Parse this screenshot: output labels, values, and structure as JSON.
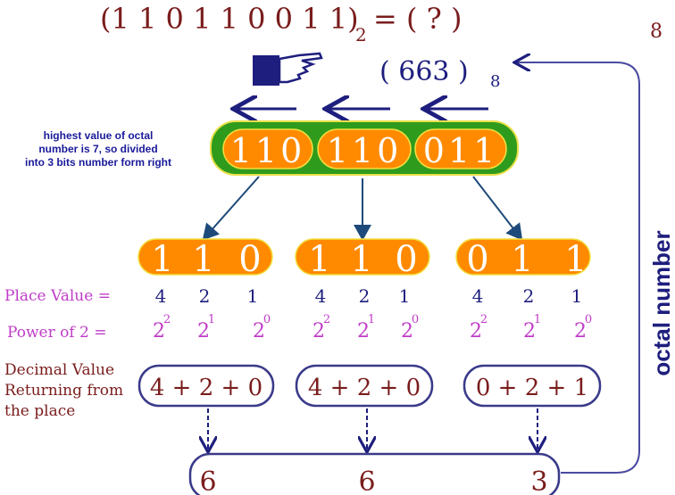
{
  "title": {
    "binary": "(1 1 0 1 1 0 0 1 1)",
    "base_from": "2",
    "equals": "= ( ? )",
    "base_to": "8"
  },
  "answer": {
    "value": "( 663 )",
    "base": "8",
    "icon": "pointing-hand-icon"
  },
  "note": [
    "highest value of octal",
    "number is 7, so divided",
    "into 3 bits number form right"
  ],
  "groups": [
    {
      "bits": [
        "1",
        "1",
        "0"
      ],
      "joined": "110",
      "sum": "4 + 2 + 0",
      "digit": "6"
    },
    {
      "bits": [
        "1",
        "1",
        "0"
      ],
      "joined": "110",
      "sum": "4 + 2 + 0",
      "digit": "6"
    },
    {
      "bits": [
        "0",
        "1",
        "1"
      ],
      "joined": "011",
      "sum": "0 + 2 + 1",
      "digit": "3"
    }
  ],
  "place_value": {
    "label": "Place Value =",
    "values": [
      "4",
      "2",
      "1"
    ]
  },
  "power": {
    "label": "Power of 2 =",
    "base": "2",
    "exponents": [
      "2",
      "1",
      "0"
    ]
  },
  "decimal_label": [
    "Decimal Value",
    "Returning from",
    "the place"
  ],
  "side_label": "octal number",
  "colors": {
    "navy": "#1e1e7e",
    "maroon": "#7a1c1c",
    "purple": "#c03cc8",
    "orange": "#ff8a00",
    "green": "#2f9b1c"
  }
}
